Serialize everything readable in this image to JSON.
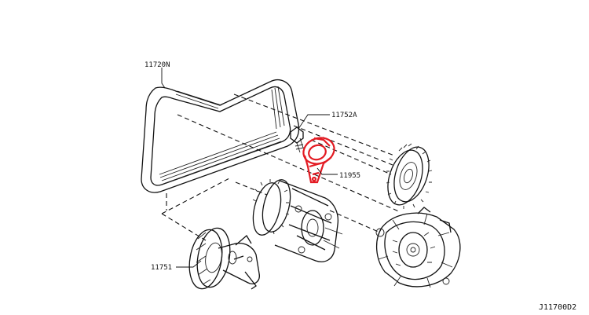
{
  "labels": {
    "belt": "11720N",
    "bolt": "11752A",
    "tensioner": "11955",
    "idler_pulley": "11751",
    "diagram_code": "J11700D2"
  },
  "colors": {
    "highlight": "#e31b23",
    "linework": "#111111",
    "background": "#ffffff"
  }
}
